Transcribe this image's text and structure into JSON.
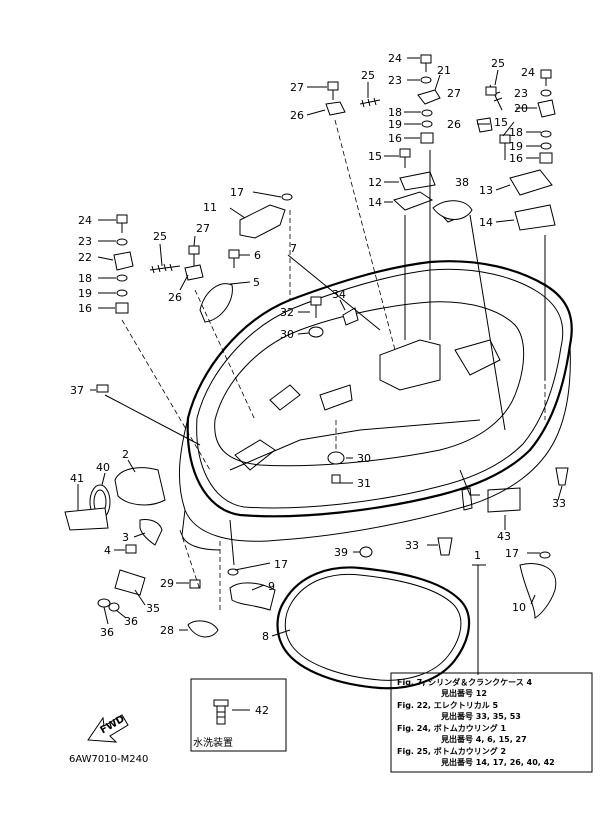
{
  "callouts": [
    {
      "id": "c24a",
      "label": "24"
    },
    {
      "id": "c21",
      "label": "21"
    },
    {
      "id": "c27a",
      "label": "27"
    },
    {
      "id": "c25a",
      "label": "25"
    },
    {
      "id": "c23a",
      "label": "23"
    },
    {
      "id": "c26a",
      "label": "26"
    },
    {
      "id": "c18a",
      "label": "18"
    },
    {
      "id": "c19a",
      "label": "19"
    },
    {
      "id": "c16a",
      "label": "16"
    },
    {
      "id": "c15a",
      "label": "15"
    },
    {
      "id": "c12",
      "label": "12"
    },
    {
      "id": "c14a",
      "label": "14"
    },
    {
      "id": "c38",
      "label": "38"
    },
    {
      "id": "c25b",
      "label": "25"
    },
    {
      "id": "c24b",
      "label": "24"
    },
    {
      "id": "c23b",
      "label": "23"
    },
    {
      "id": "c27b",
      "label": "27"
    },
    {
      "id": "c20",
      "label": "20"
    },
    {
      "id": "c26b",
      "label": "26"
    },
    {
      "id": "c15b",
      "label": "15"
    },
    {
      "id": "c18b",
      "label": "18"
    },
    {
      "id": "c19b",
      "label": "19"
    },
    {
      "id": "c16b",
      "label": "16"
    },
    {
      "id": "c13",
      "label": "13"
    },
    {
      "id": "c14b",
      "label": "14"
    },
    {
      "id": "c17a",
      "label": "17"
    },
    {
      "id": "c11",
      "label": "11"
    },
    {
      "id": "c24c",
      "label": "24"
    },
    {
      "id": "c27c",
      "label": "27"
    },
    {
      "id": "c23c",
      "label": "23"
    },
    {
      "id": "c25c",
      "label": "25"
    },
    {
      "id": "c6",
      "label": "6"
    },
    {
      "id": "c22",
      "label": "22"
    },
    {
      "id": "c7",
      "label": "7"
    },
    {
      "id": "c5",
      "label": "5"
    },
    {
      "id": "c18c",
      "label": "18"
    },
    {
      "id": "c19c",
      "label": "19"
    },
    {
      "id": "c26c",
      "label": "26"
    },
    {
      "id": "c16c",
      "label": "16"
    },
    {
      "id": "c34",
      "label": "34"
    },
    {
      "id": "c32",
      "label": "32"
    },
    {
      "id": "c30a",
      "label": "30"
    },
    {
      "id": "c37",
      "label": "37"
    },
    {
      "id": "c2",
      "label": "2"
    },
    {
      "id": "c40",
      "label": "40"
    },
    {
      "id": "c30b",
      "label": "30"
    },
    {
      "id": "c41",
      "label": "41"
    },
    {
      "id": "c31",
      "label": "31"
    },
    {
      "id": "c33a",
      "label": "33"
    },
    {
      "id": "c3",
      "label": "3"
    },
    {
      "id": "c43",
      "label": "43"
    },
    {
      "id": "c4",
      "label": "4"
    },
    {
      "id": "c33b",
      "label": "33"
    },
    {
      "id": "c39",
      "label": "39"
    },
    {
      "id": "c1",
      "label": "1"
    },
    {
      "id": "c17b",
      "label": "17"
    },
    {
      "id": "c17c",
      "label": "17"
    },
    {
      "id": "c29",
      "label": "29"
    },
    {
      "id": "c9",
      "label": "9"
    },
    {
      "id": "c35",
      "label": "35"
    },
    {
      "id": "c36a",
      "label": "36"
    },
    {
      "id": "c36b",
      "label": "36"
    },
    {
      "id": "c10",
      "label": "10"
    },
    {
      "id": "c28",
      "label": "28"
    },
    {
      "id": "c8",
      "label": "8"
    },
    {
      "id": "c42",
      "label": "42"
    }
  ],
  "inset_caption": "水洗装置",
  "fwd_label": "FWD",
  "diagram_code": "6AW7010-M240",
  "notes": [
    "Fig. 7, シリンダ＆クランクケース 4",
    "見出番号 12",
    "Fig. 22, エレクトリカル 5",
    "見出番号 33, 35, 53",
    "Fig. 24, ボトムカウリング 1",
    "見出番号 4, 6, 15, 27",
    "Fig. 25, ボトムカウリング 2",
    "見出番号 14, 17, 26, 40, 42"
  ]
}
